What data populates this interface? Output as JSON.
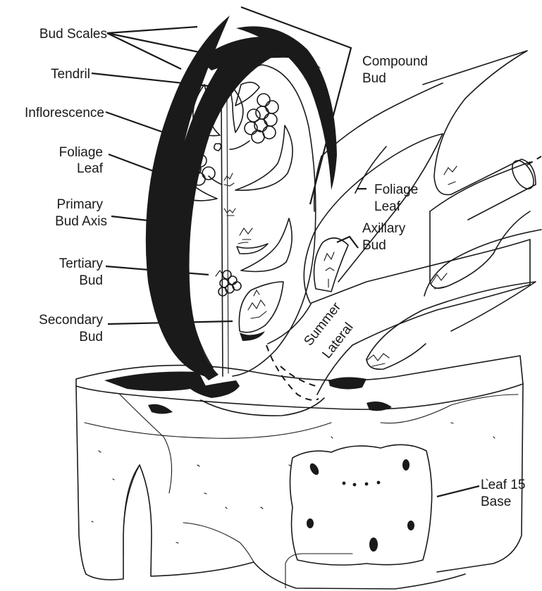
{
  "labels": {
    "bud_scales": "Bud Scales",
    "tendril": "Tendril",
    "inflorescence": "Inflorescence",
    "foliage_leaf_1": "Foliage",
    "foliage_leaf_2": "Leaf",
    "primary_bud_axis_1": "Primary",
    "primary_bud_axis_2": "Bud Axis",
    "tertiary_bud_1": "Tertiary",
    "tertiary_bud_2": "Bud",
    "secondary_bud_1": "Secondary",
    "secondary_bud_2": "Bud",
    "compound_bud_1": "Compound",
    "compound_bud_2": "Bud",
    "foliage_leaf_right_1": "Foliage",
    "foliage_leaf_right_2": "Leaf",
    "axillary_bud_1": "Axillary",
    "axillary_bud_2": "Bud",
    "summer_lateral_1": "Summer",
    "summer_lateral_2": "Lateral",
    "leaf_base_1": "Leaf 15",
    "leaf_base_2": "Base"
  }
}
